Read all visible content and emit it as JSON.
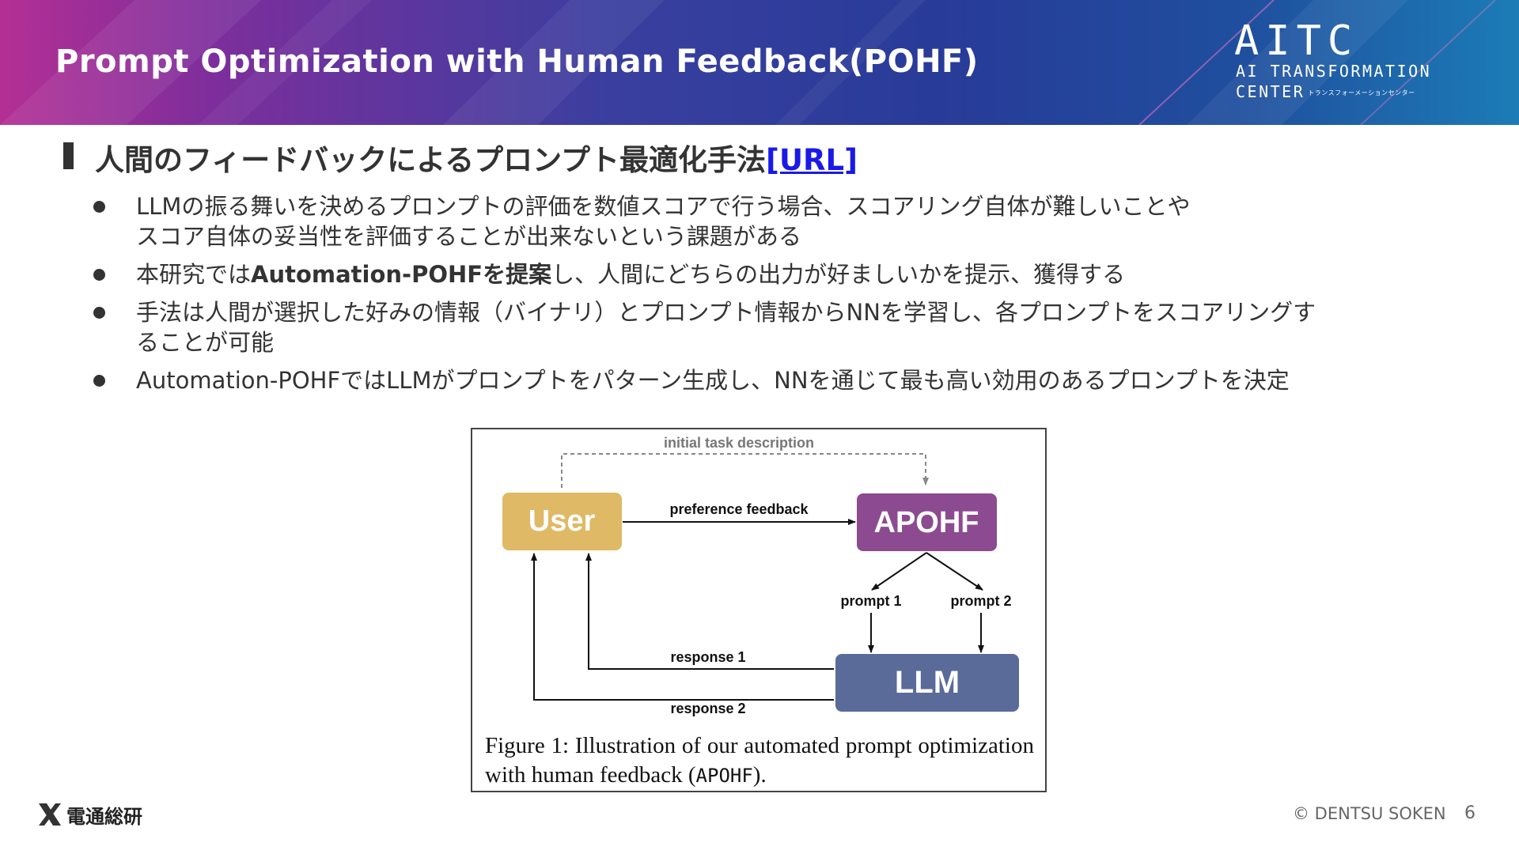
{
  "header": {
    "title": "Prompt Optimization with Human Feedback(POHF)",
    "logo": {
      "mark": "AITC",
      "line1": "AI TRANSFORMATION",
      "line2": "CENTER",
      "line2_sub": "トランスフォーメーションセンター"
    }
  },
  "section": {
    "title": "人間のフィードバックによるプロンプト最適化手法",
    "link_text": "[URL]"
  },
  "bullets": [
    {
      "line1": "LLMの振る舞いを決めるプロンプトの評価を数値スコアで行う場合、スコアリング自体が難しいことや",
      "line2": "スコア自体の妥当性を評価することが出来ないという課題がある"
    },
    {
      "pre": "本研究では",
      "bold": "Automation-POHFを提案",
      "post": "し、人間にどちらの出力が好ましいかを提示、獲得する"
    },
    {
      "line1": "手法は人間が選択した好みの情報（バイナリ）とプロンプト情報からNNを学習し、各プロンプトをスコアリングす",
      "line2": "ることが可能"
    },
    {
      "line1": "Automation-POHFではLLMがプロンプトをパターン生成し、NNを通じて最も高い効用のあるプロンプトを決定"
    }
  ],
  "figure": {
    "nodes": {
      "user": "User",
      "apohf": "APOHF",
      "llm": "LLM"
    },
    "edge_labels": {
      "initial": "initial task description",
      "preference": "preference feedback",
      "prompt1": "prompt 1",
      "prompt2": "prompt 2",
      "response1": "response 1",
      "response2": "response 2"
    },
    "colors": {
      "user": "#dfb965",
      "apohf": "#8c4b90",
      "llm": "#5a6b99"
    },
    "caption_pre": "Figure 1:  Illustration of our automated prompt optimization with human feedback (",
    "caption_mono": "APOHF",
    "caption_post": ")."
  },
  "footer": {
    "company_logo_text": "電通総研",
    "copyright": "© DENTSU SOKEN",
    "page_number": "6"
  }
}
